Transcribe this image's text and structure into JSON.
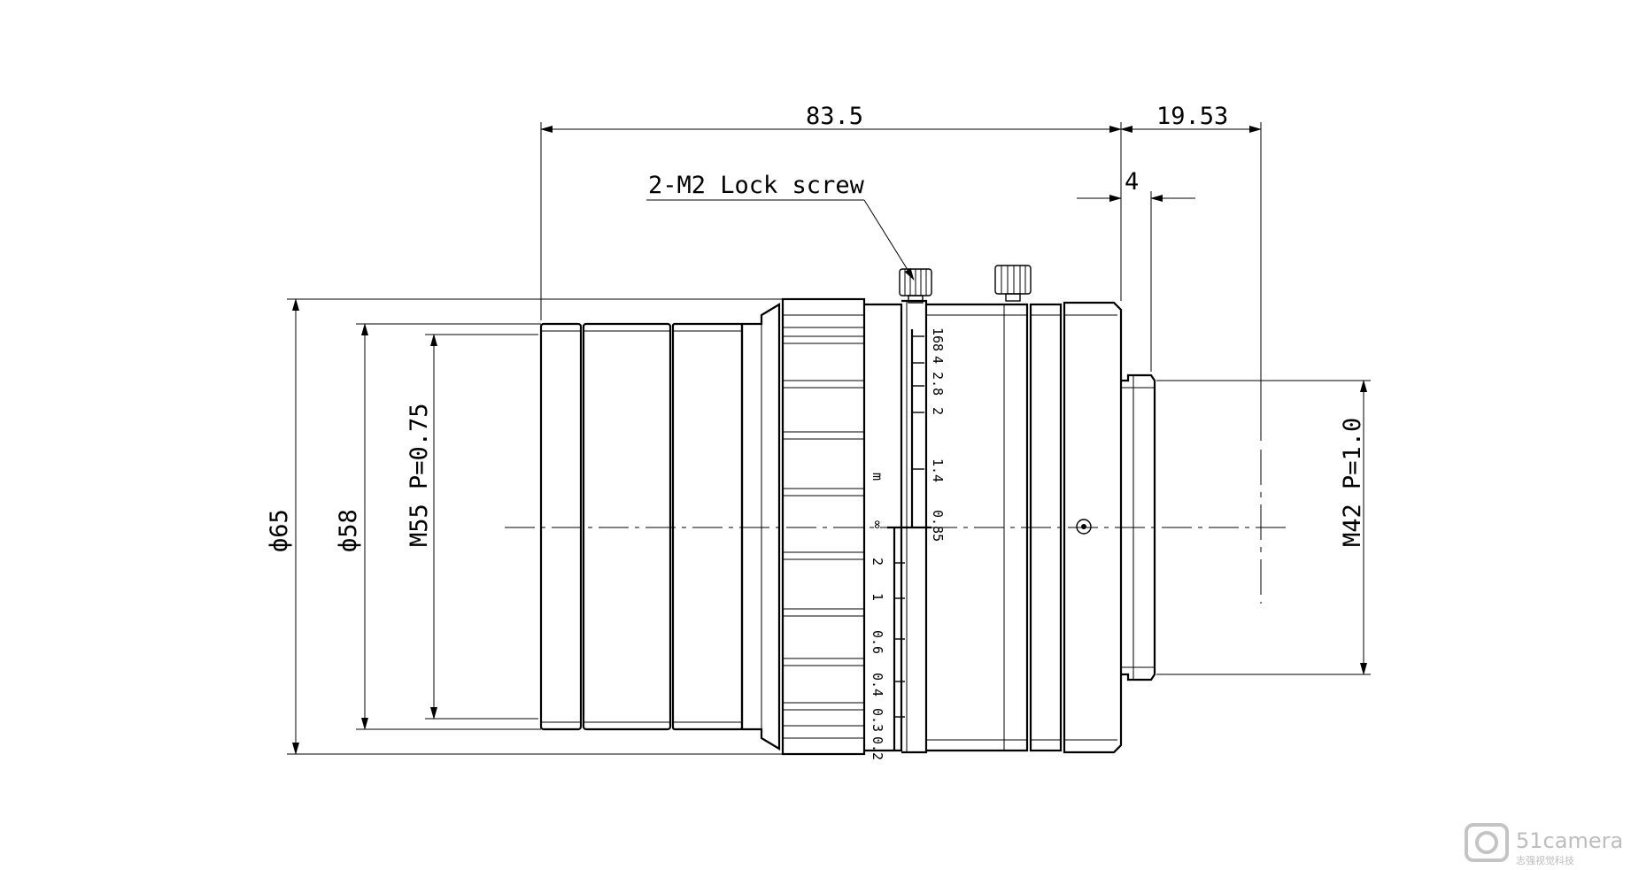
{
  "dimensions": {
    "overall_length": "83.5",
    "flange_length": "19.53",
    "mount_step": "4",
    "body_diameter": "ф65",
    "front_diameter": "ф58",
    "front_thread": "M55 P=0.75",
    "mount_thread": "M42 P=1.0"
  },
  "callouts": {
    "lock_screw": "2-M2 Lock screw"
  },
  "aperture_scale": {
    "labels": [
      "16",
      "8",
      "4",
      "2.8",
      "2",
      "1.4",
      "0.85"
    ]
  },
  "focus_scale": {
    "unit": "m",
    "labels": [
      "∞",
      "2",
      "1",
      "0.6",
      "0.4",
      "0.3",
      "0.2"
    ]
  },
  "watermark": {
    "brand": "51camera",
    "tagline": "志强视觉科技"
  }
}
